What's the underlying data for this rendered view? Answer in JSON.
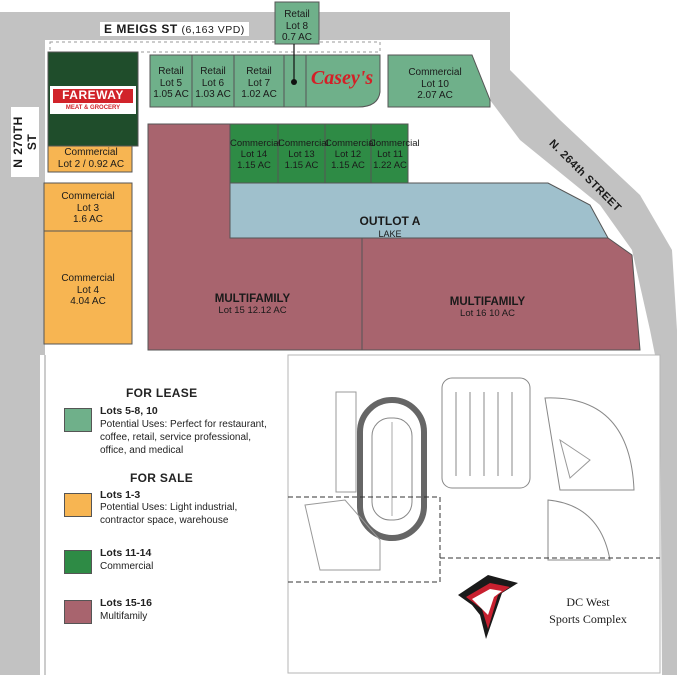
{
  "colors": {
    "lease": "#6fb08a",
    "sale": "#f7b552",
    "commercial": "#2e8b45",
    "multifamily": "#a8646e",
    "lake": "#9fc0cc",
    "road": "#c2c2c2",
    "parcel_line": "#7a7a7a",
    "fareway_red": "#d1232a",
    "fareway_green": "#1f4d2b",
    "caseys_red": "#d41f26"
  },
  "roads": {
    "north": "E MEIGS ST",
    "north_traffic": "(6,163 VPD)",
    "west": "N 270TH ST",
    "east": "N. 264th STREET"
  },
  "lots": {
    "retail_lot8": {
      "type": "Retail",
      "name": "Lot 8",
      "area": "0.7 AC"
    },
    "retail_lot5": {
      "type": "Retail",
      "name": "Lot 5",
      "area": "1.05 AC"
    },
    "retail_lot6": {
      "type": "Retail",
      "name": "Lot 6",
      "area": "1.03 AC"
    },
    "retail_lot7": {
      "type": "Retail",
      "name": "Lot 7",
      "area": "1.02 AC"
    },
    "commercial_lot10": {
      "type": "Commercial",
      "name": "Lot 10",
      "area": "2.07 AC"
    },
    "commercial_lot2": {
      "type": "Commercial",
      "name": "Lot 2 / 0.92 AC"
    },
    "commercial_lot3": {
      "type": "Commercial",
      "name": "Lot 3",
      "area": "1.6 AC"
    },
    "commercial_lot4": {
      "type": "Commercial",
      "name": "Lot 4",
      "area": "4.04 AC"
    },
    "commercial_lot14": {
      "type": "Commercial",
      "name": "Lot 14",
      "area": "1.15 AC"
    },
    "commercial_lot13": {
      "type": "Commercial",
      "name": "Lot 13",
      "area": "1.15 AC"
    },
    "commercial_lot12": {
      "type": "Commercial",
      "name": "Lot 12",
      "area": "1.15 AC"
    },
    "commercial_lot11": {
      "type": "Commercial",
      "name": "Lot 11",
      "area": "1.22 AC"
    },
    "outlot_a": {
      "name": "OUTLOT A",
      "sub": "LAKE"
    },
    "multifamily_lot15": {
      "name": "MULTIFAMILY",
      "sub": "Lot 15 12.12 AC"
    },
    "multifamily_lot16": {
      "name": "MULTIFAMILY",
      "sub": "Lot 16 10 AC"
    }
  },
  "logos": {
    "fareway_name": "FAREWAY",
    "fareway_tag": "MEAT & GROCERY",
    "caseys": "Casey's"
  },
  "sports_complex": {
    "line1": "DC West",
    "line2": "Sports Complex"
  },
  "legend": {
    "lease_heading": "FOR LEASE",
    "lease_title": "Lots 5-8, 10",
    "lease_desc": "Potential Uses: Perfect for restaurant, coffee, retail, service professional, office, and medical",
    "sale_heading": "FOR SALE",
    "sale_title": "Lots 1-3",
    "sale_desc": "Potential Uses: Light industrial, contractor space, warehouse",
    "commercial_title": "Lots 11-14",
    "commercial_desc": "Commercial",
    "multifamily_title": "Lots 15-16",
    "multifamily_desc": "Multifamily"
  }
}
